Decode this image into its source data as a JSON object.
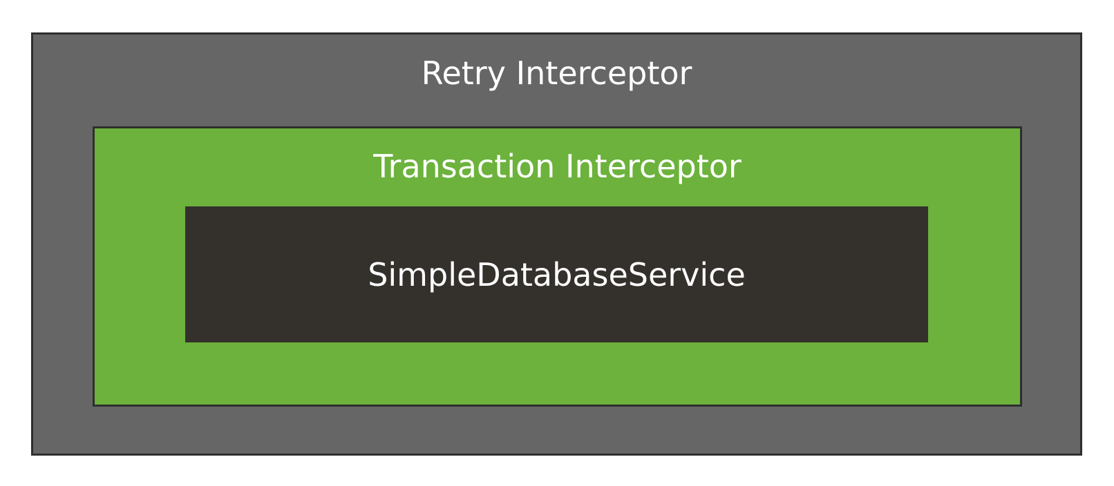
{
  "layers": {
    "outer": {
      "label": "Retry Interceptor",
      "color": "#666666"
    },
    "middle": {
      "label": "Transaction Interceptor",
      "color": "#6cb23c"
    },
    "inner": {
      "label": "SimpleDatabaseService",
      "color": "#34302c"
    }
  }
}
